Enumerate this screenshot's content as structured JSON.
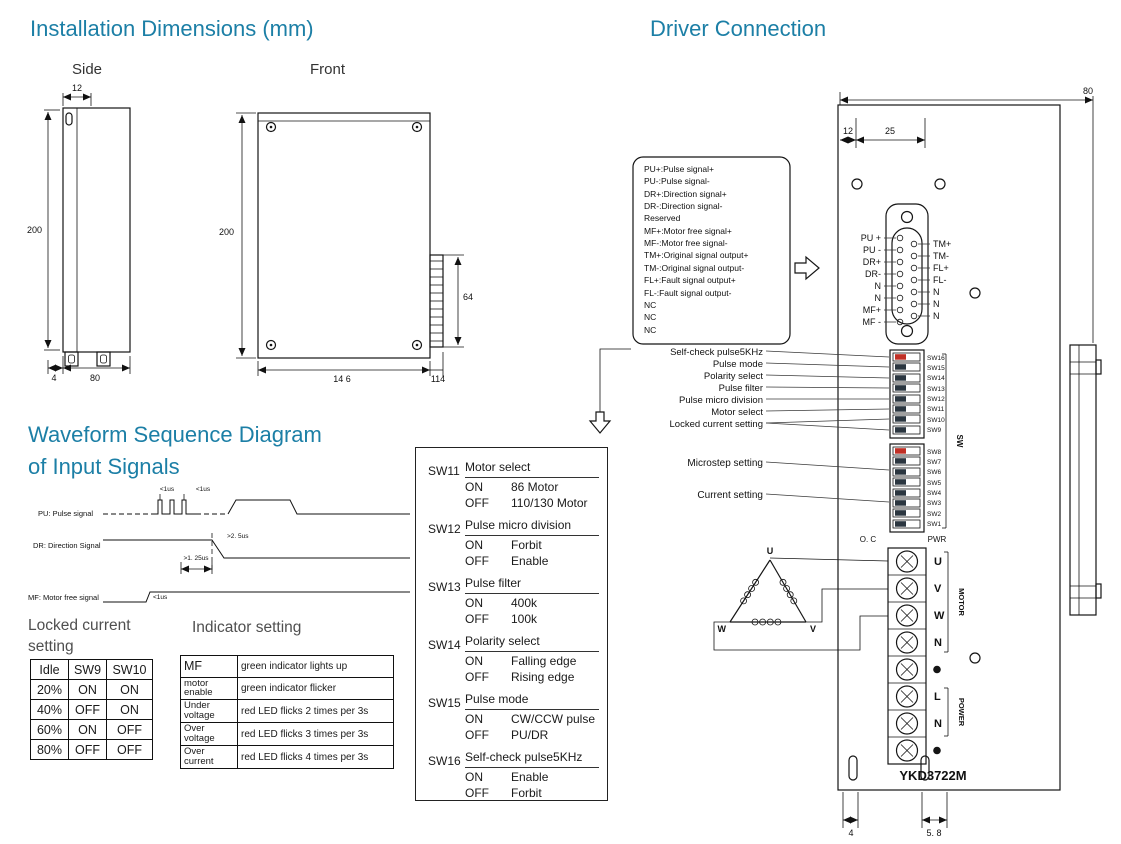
{
  "titles": {
    "installation": "Installation Dimensions (mm)",
    "driver": "Driver Connection",
    "waveform1": "Waveform Sequence Diagram",
    "waveform2": "of Input Signals"
  },
  "side_view": {
    "label": "Side",
    "dim_top": "12",
    "dim_height": "200",
    "dim_a": "4",
    "dim_b": "80"
  },
  "front_view": {
    "label": "Front",
    "dim_height": "200",
    "dim_right": "64",
    "dim_bottom": "14 6",
    "dim_corner": "114"
  },
  "waveform": {
    "pu": "PU: Pulse signal",
    "dr": "DR: Direction Signal",
    "mf": "MF: Motor free signal",
    "t1": "<1us",
    "t2": "<1us",
    "t3": ">2. 5us",
    "t4": ">1. 25us",
    "t5": "<1us"
  },
  "locked_current": {
    "heading": "Locked current setting",
    "headers": [
      "Idle",
      "SW9",
      "SW10"
    ],
    "rows": [
      [
        "20%",
        "ON",
        "ON"
      ],
      [
        "40%",
        "OFF",
        "ON"
      ],
      [
        "60%",
        "ON",
        "OFF"
      ],
      [
        "80%",
        "OFF",
        "OFF"
      ]
    ]
  },
  "indicator": {
    "heading": "Indicator setting",
    "rows": [
      [
        "MF",
        "green indicator lights up"
      ],
      [
        "motor enable",
        "green indicator flicker"
      ],
      [
        "Under voltage",
        "red LED flicks 2 times per 3s"
      ],
      [
        "Over voltage",
        "red LED flicks 3 times per 3s"
      ],
      [
        "Over current",
        "red LED flicks 4 times per 3s"
      ]
    ]
  },
  "sw_table": {
    "on": "ON",
    "off": "OFF",
    "items": [
      {
        "sw": "SW11",
        "name": "Motor select",
        "on": "86 Motor",
        "off": "110/130 Motor"
      },
      {
        "sw": "SW12",
        "name": "Pulse micro division",
        "on": "Forbit",
        "off": "Enable"
      },
      {
        "sw": "SW13",
        "name": "Pulse filter",
        "on": "400k",
        "off": "100k"
      },
      {
        "sw": "SW14",
        "name": "Polarity select",
        "on": "Falling edge",
        "off": "Rising edge"
      },
      {
        "sw": "SW15",
        "name": "Pulse mode",
        "on": "CW/CCW pulse",
        "off": "PU/DR"
      },
      {
        "sw": "SW16",
        "name": "Self-check pulse5KHz",
        "on": "Enable",
        "off": "Forbit"
      }
    ]
  },
  "driver": {
    "signal_lines": [
      "PU+:Pulse signal+",
      "PU-:Pulse signal-",
      "DR+:Direction signal+",
      "DR-:Direction signal-",
      "Reserved",
      "MF+:Motor free signal+",
      "MF-:Motor free signal-",
      "TM+:Original signal output+",
      "TM-:Original signal output-",
      "FL+:Fault signal output+",
      "FL-:Fault signal output-",
      "NC",
      "NC",
      "NC"
    ],
    "pins_left": [
      "PU +",
      "PU -",
      "DR+",
      "DR-",
      "N",
      "N",
      "MF+",
      "MF -"
    ],
    "pins_right": [
      "TM+",
      "TM-",
      "FL+",
      "FL-",
      "N",
      "N",
      "N"
    ],
    "sw_upper": [
      "SW16",
      "SW15",
      "SW14",
      "SW13",
      "SW12",
      "SW11",
      "SW10",
      "SW9"
    ],
    "sw_lower": [
      "SW8",
      "SW7",
      "SW6",
      "SW5",
      "SW4",
      "SW3",
      "SW2",
      "SW1"
    ],
    "sw_group": "SW",
    "pointers": [
      "Self-check pulse5KHz",
      "Pulse mode",
      "Polarity select",
      "Pulse filter",
      "Pulse micro division",
      "Motor select",
      "Locked current setting"
    ],
    "microstep": "Microstep setting",
    "current": "Current setting",
    "oc": "O. C",
    "pwr": "PWR",
    "motor_terms": [
      "U",
      "V",
      "W",
      "N"
    ],
    "power_terms": [
      "L",
      "N"
    ],
    "motor": "MOTOR",
    "power": "POWER",
    "model": "YKD3722M",
    "dim_w": "80",
    "dim_12": "12",
    "dim_25": "25",
    "dim_4": "4",
    "dim_58": "5. 8",
    "wind": {
      "u": "U",
      "v": "V",
      "w": "W"
    }
  }
}
